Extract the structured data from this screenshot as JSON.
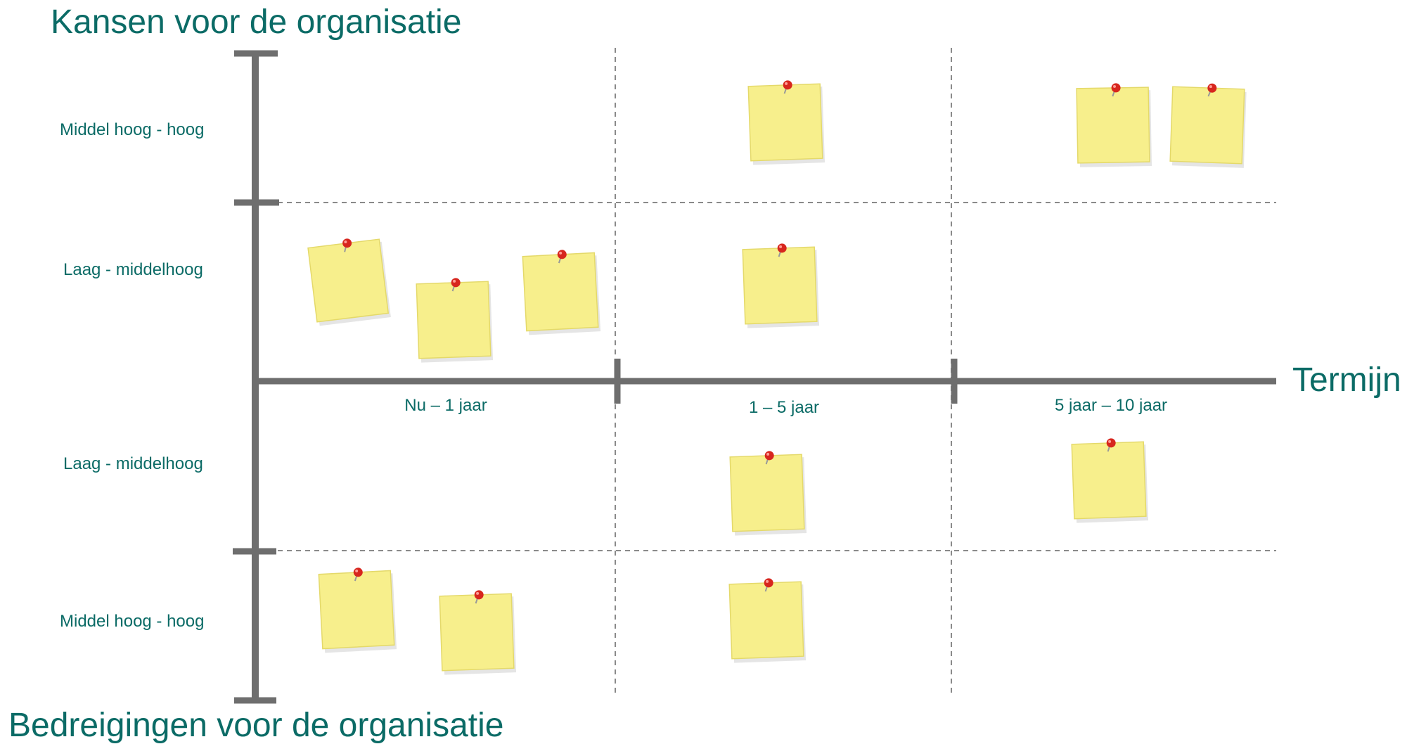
{
  "titles": {
    "top": "Kansen voor de organisatie",
    "bottom": "Bedreigingen voor de organisatie",
    "x_axis": "Termijn"
  },
  "rows": [
    {
      "label": "Middel hoog - hoog"
    },
    {
      "label": "Laag - middelhoog"
    },
    {
      "label": "Laag - middelhoog"
    },
    {
      "label": "Middel hoog - hoog"
    }
  ],
  "columns": [
    {
      "label": "Nu – 1 jaar"
    },
    {
      "label": "1 – 5 jaar"
    },
    {
      "label": "5 jaar – 10 jaar"
    }
  ],
  "notes_per_cell": [
    [
      0,
      1,
      2
    ],
    [
      3,
      1,
      0
    ],
    [
      0,
      1,
      1
    ],
    [
      2,
      1,
      0
    ]
  ],
  "colors": {
    "text": "#0b6b66",
    "axis": "#6e6e6e",
    "grid": "#8a8a8a",
    "note": "#f7ef8c",
    "note_edge": "#e4d96a",
    "pin": "#d7261e"
  }
}
